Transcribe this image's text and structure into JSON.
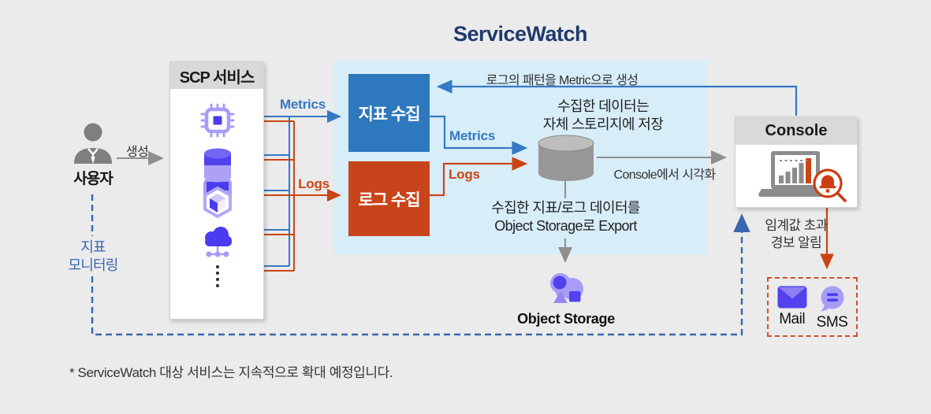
{
  "title": "ServiceWatch",
  "user": {
    "label": "사용자",
    "create_label": "생성",
    "monitoring_line1": "지표",
    "monitoring_line2": "모니터링"
  },
  "scp": {
    "header": "SCP 서비스",
    "service_icons": [
      "computing-icon",
      "server-icon",
      "database-icon",
      "container-icon",
      "network-cloud-icon",
      "more-dots"
    ]
  },
  "servicewatch": {
    "metric_collector": "지표 수집",
    "log_collector": "로그 수집"
  },
  "flows": {
    "metrics_in": "Metrics",
    "logs_in": "Logs",
    "metrics_out": "Metrics",
    "logs_out": "Logs",
    "pattern_note": "로그의 패턴을 Metric으로 생성",
    "storage_note_line1": "수집한 데이터는",
    "storage_note_line2": "자체 스토리지에 저장",
    "visualize_note": "Console에서 시각화",
    "export_note_line1": "수집한 지표/로그 데이터를",
    "export_note_line2": "Object Storage로 Export",
    "alert_note_line1": "임계값 초과",
    "alert_note_line2": "경보 알림"
  },
  "object_storage": {
    "label": "Object Storage"
  },
  "console": {
    "header": "Console"
  },
  "alert_channels": {
    "mail": "Mail",
    "sms": "SMS"
  },
  "footer": "* ServiceWatch 대상 서비스는 지속적으로 확대 예정입니다.",
  "colors": {
    "background": "#ebebeb",
    "panel_blue": "#d7edf8",
    "metric_box_blue": "#2e78bd",
    "log_box_red": "#c8441a",
    "line_blue": "#3579c4",
    "line_red": "#cc4414",
    "line_gray": "#8f8f8f",
    "title_navy": "#1e3a6e",
    "header_gray": "#d9d9d9",
    "icon_purple_dark": "#5142ee",
    "icon_purple_light": "#a89df6",
    "dashed_blue": "#3a66ad",
    "dashed_red": "#d2502a"
  }
}
